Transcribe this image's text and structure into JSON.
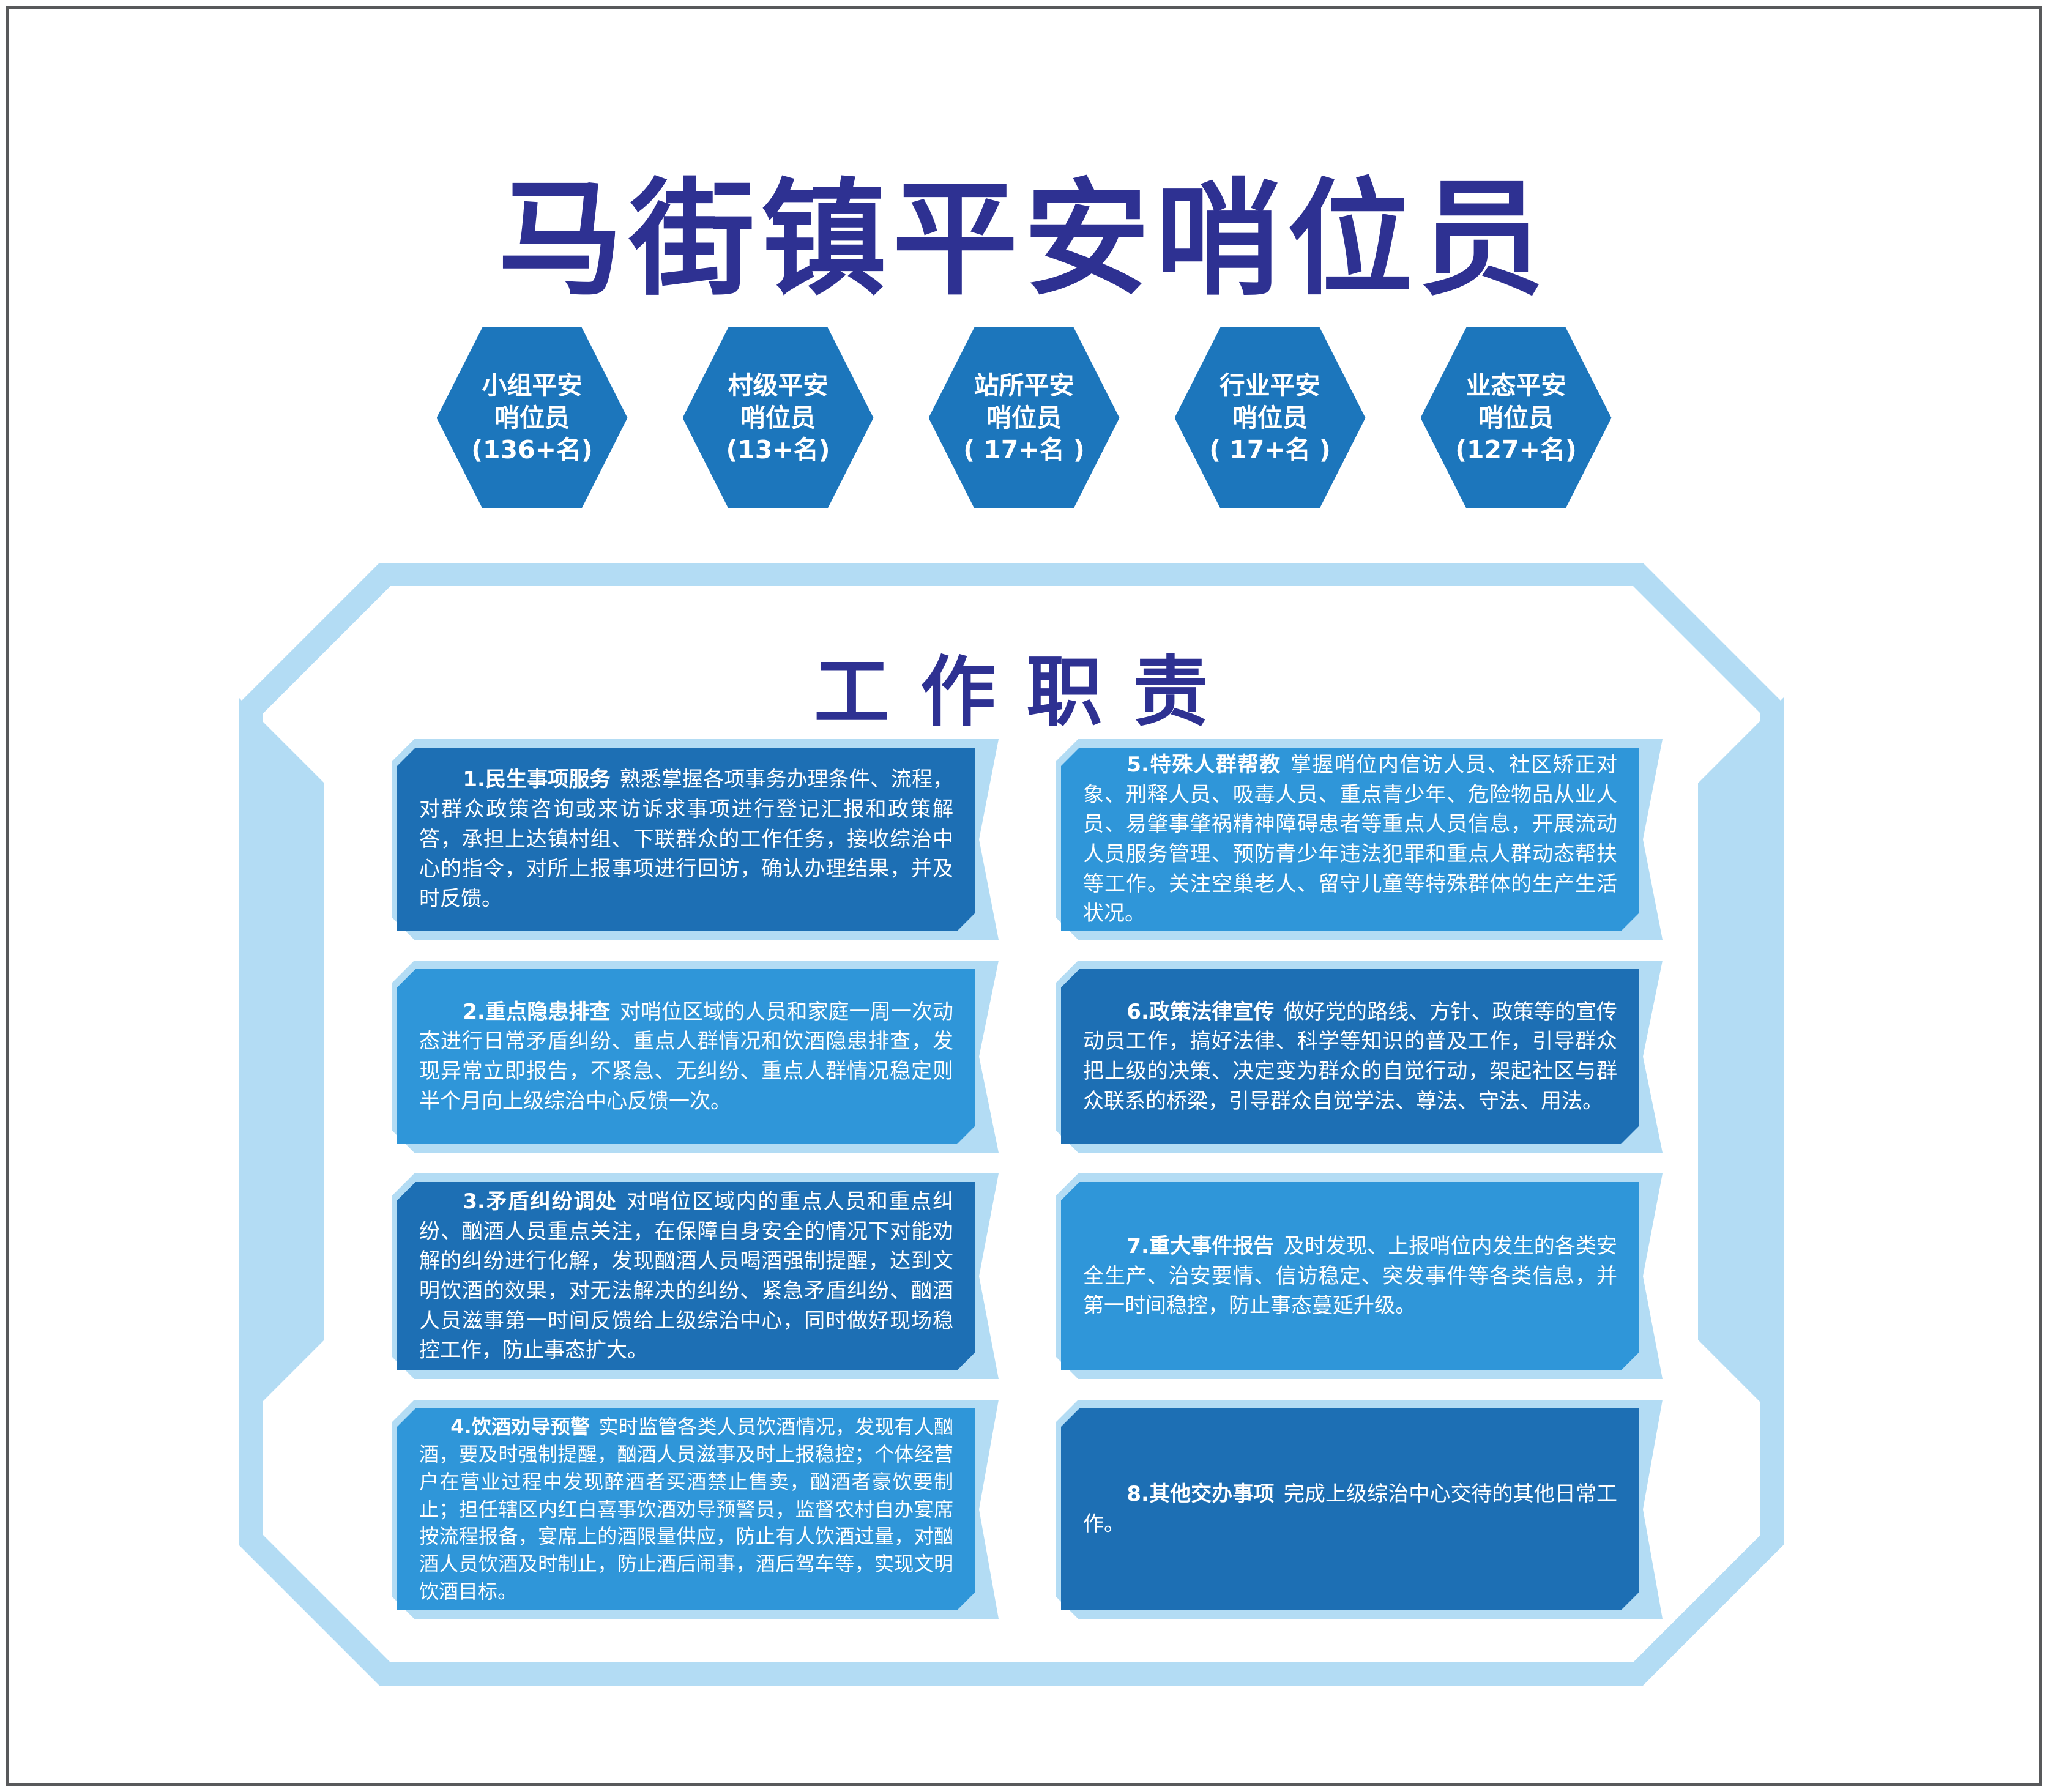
{
  "title": "马街镇平安哨位员",
  "section_title": "工作职责",
  "hexagons": [
    {
      "line1": "小组平安",
      "line2": "哨位员",
      "line3": "(136+名)"
    },
    {
      "line1": "村级平安",
      "line2": "哨位员",
      "line3": "(13+名)"
    },
    {
      "line1": "站所平安",
      "line2": "哨位员",
      "line3": "( 17+名 )"
    },
    {
      "line1": "行业平安",
      "line2": "哨位员",
      "line3": "( 17+名 )"
    },
    {
      "line1": "业态平安",
      "line2": "哨位员",
      "line3": "(127+名)"
    }
  ],
  "duties": [
    {
      "heading": "1.民生事项服务",
      "body": "熟悉掌握各项事务办理条件、流程，对群众政策咨询或来访诉求事项进行登记汇报和政策解答，承担上达镇村组、下联群众的工作任务，接收综治中心的指令，对所上报事项进行回访，确认办理结果，并及时反馈。",
      "tone": "dark"
    },
    {
      "heading": "2.重点隐患排查",
      "body": "对哨位区域的人员和家庭一周一次动态进行日常矛盾纠纷、重点人群情况和饮酒隐患排查，发现异常立即报告，不紧急、无纠纷、重点人群情况稳定则半个月向上级综治中心反馈一次。",
      "tone": "light"
    },
    {
      "heading": "3.矛盾纠纷调处",
      "body": "对哨位区域内的重点人员和重点纠纷、酗酒人员重点关注，在保障自身安全的情况下对能劝解的纠纷进行化解，发现酗酒人员喝酒强制提醒，达到文明饮酒的效果，对无法解决的纠纷、紧急矛盾纠纷、酗酒人员滋事第一时间反馈给上级综治中心，同时做好现场稳控工作，防止事态扩大。",
      "tone": "dark"
    },
    {
      "heading": "4.饮酒劝导预警",
      "body": "实时监管各类人员饮酒情况，发现有人酗酒，要及时强制提醒，酗酒人员滋事及时上报稳控；个体经营户在营业过程中发现醉酒者买酒禁止售卖，酗酒者豪饮要制止；担任辖区内红白喜事饮酒劝导预警员，监督农村自办宴席按流程报备，宴席上的酒限量供应，防止有人饮酒过量，对酗酒人员饮酒及时制止，防止酒后闹事，酒后驾车等，实现文明饮酒目标。",
      "tone": "light"
    },
    {
      "heading": "5.特殊人群帮教",
      "body": "掌握哨位内信访人员、社区矫正对象、刑释人员、吸毒人员、重点青少年、危险物品从业人员、易肇事肇祸精神障碍患者等重点人员信息，开展流动人员服务管理、预防青少年违法犯罪和重点人群动态帮扶等工作。关注空巢老人、留守儿童等特殊群体的生产生活状况。",
      "tone": "light"
    },
    {
      "heading": "6.政策法律宣传",
      "body": "做好党的路线、方针、政策等的宣传动员工作，搞好法律、科学等知识的普及工作，引导群众把上级的决策、决定变为群众的自觉行动，架起社区与群众联系的桥梁，引导群众自觉学法、尊法、守法、用法。",
      "tone": "dark"
    },
    {
      "heading": "7.重大事件报告",
      "body": "及时发现、上报哨位内发生的各类安全生产、治安要情、信访稳定、突发事件等各类信息，并第一时间稳控，防止事态蔓延升级。",
      "tone": "light"
    },
    {
      "heading": "8.其他交办事项",
      "body": "完成上级综治中心交待的其他日常工作。",
      "tone": "dark"
    }
  ],
  "colors": {
    "navy": "#2e3192",
    "hexagon_blue": "#1c76bc",
    "frame_light_blue": "#b3dcf4",
    "duty_dark_blue": "#1d6fb4",
    "duty_light_blue": "#2f96d9"
  }
}
